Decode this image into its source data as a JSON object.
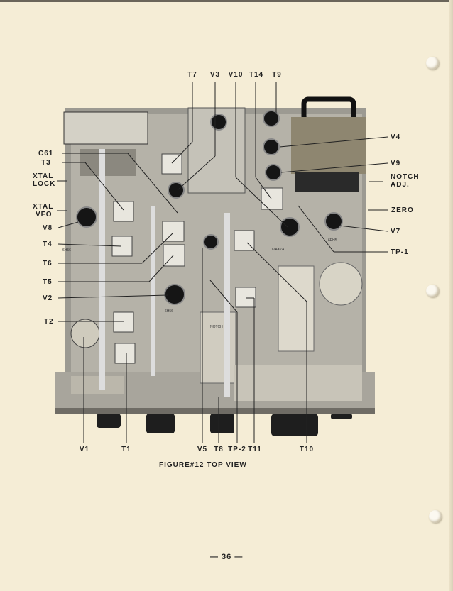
{
  "figure": {
    "caption": "FIGURE#12   TOP VIEW",
    "labels_top": [
      "T7",
      "V3",
      "V10",
      "T14",
      "T9"
    ],
    "labels_left": [
      "C61",
      "T3",
      "XTAL",
      "LOCK",
      "XTAL",
      "VFO",
      "V8",
      "T4",
      "T6",
      "T5",
      "V2",
      "T2"
    ],
    "labels_right": [
      "V4",
      "V9",
      "NOTCH",
      "ADJ.",
      "ZERO",
      "V7",
      "TP-1"
    ],
    "labels_bottom": [
      "V1",
      "T1",
      "V5",
      "T8",
      "TP-2",
      "T11",
      "T10"
    ],
    "tube_markings": [
      "6H56",
      "6H56",
      "12AX7A",
      "6EH5",
      "NOTCH"
    ]
  },
  "page_number": "— 36 —"
}
